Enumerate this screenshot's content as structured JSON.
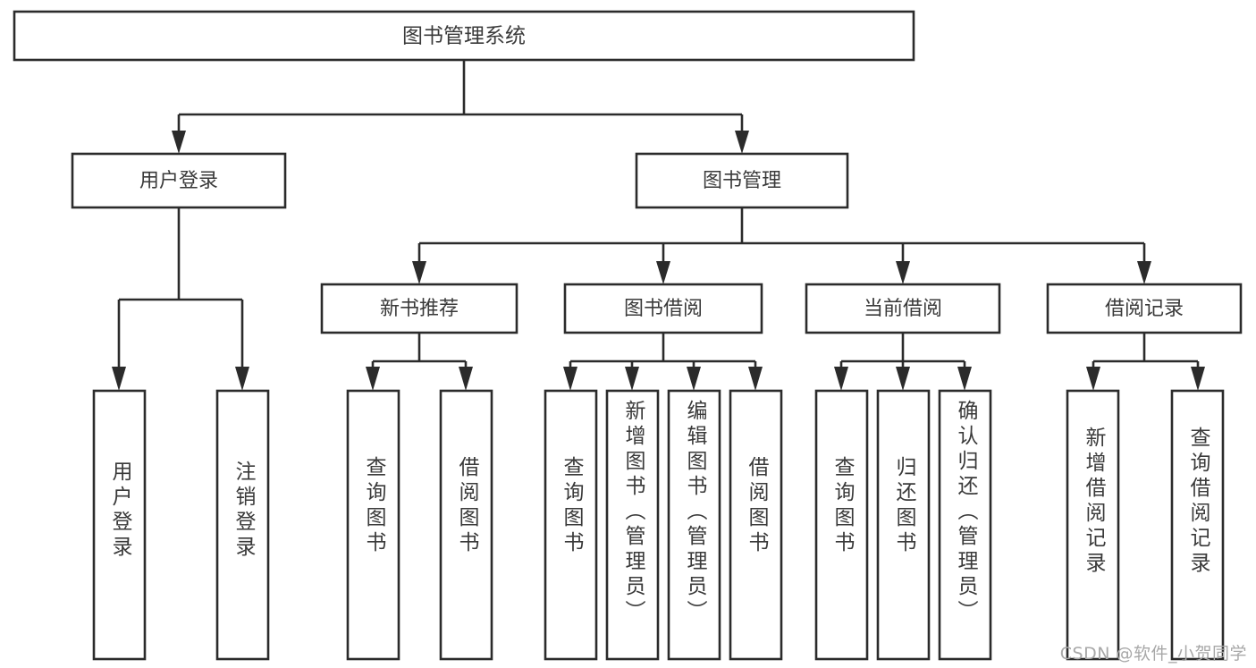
{
  "diagram": {
    "type": "tree",
    "title": "图书管理系统",
    "orientation": "top-down",
    "colors": {
      "box_stroke": "#2b2b2b",
      "box_fill": "#ffffff",
      "label_text": "#3a3a3a",
      "connector": "#2b2b2b",
      "background": "#ffffff",
      "watermark": "#a8a8a8"
    },
    "root": {
      "label": "图书管理系统"
    },
    "level2": [
      {
        "label": "用户登录"
      },
      {
        "label": "图书管理"
      }
    ],
    "level3": [
      {
        "label": "新书推荐"
      },
      {
        "label": "图书借阅"
      },
      {
        "label": "当前借阅"
      },
      {
        "label": "借阅记录"
      }
    ],
    "leaves": {
      "user_login": [
        {
          "label": "用户登录"
        },
        {
          "label": "注销登录"
        }
      ],
      "new_book_recommend": [
        {
          "label": "查询图书"
        },
        {
          "label": "借阅图书"
        }
      ],
      "book_borrow": [
        {
          "label": "查询图书"
        },
        {
          "label": "新增图书（管理员）"
        },
        {
          "label": "编辑图书（管理员）"
        },
        {
          "label": "借阅图书"
        }
      ],
      "current_borrow": [
        {
          "label": "查询图书"
        },
        {
          "label": "归还图书"
        },
        {
          "label": "确认归还（管理员）"
        }
      ],
      "borrow_record": [
        {
          "label": "新增借阅记录"
        },
        {
          "label": "查询借阅记录"
        }
      ]
    }
  },
  "watermark": {
    "text": "CSDN @软件_小贺同学"
  }
}
